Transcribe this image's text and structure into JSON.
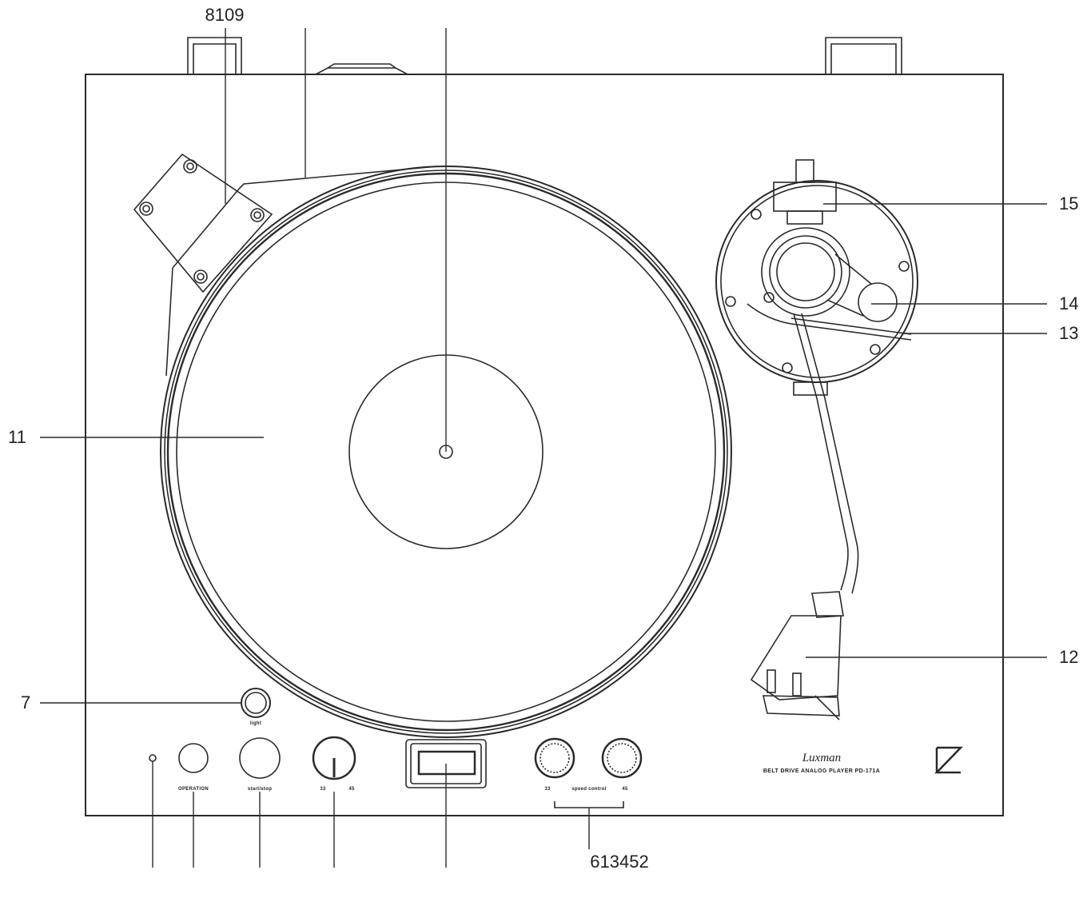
{
  "callouts": {
    "top_left": "8109",
    "right_15": "15",
    "right_14": "14",
    "right_13": "13",
    "left_11": "11",
    "right_12": "12",
    "left_7": "7",
    "bottom": "613452"
  },
  "panel": {
    "light": "light",
    "operation": "OPERATION",
    "start_stop": "start/stop",
    "speed_33": "33",
    "speed_45": "45",
    "sc_33": "33",
    "speed_control": "speed control",
    "sc_45": "45"
  },
  "brand": {
    "logo": "Luxman",
    "model_line": "BELT DRIVE ANALOG PLAYER PD-171A"
  },
  "colors": {
    "line": "#2a2a2a",
    "background": "#ffffff"
  }
}
